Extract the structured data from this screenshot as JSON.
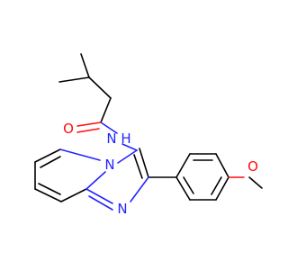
{
  "molecule": {
    "atoms": {
      "oxygen_carbonyl": {
        "symbol": "O",
        "color": "#ff0d0d"
      },
      "nitrogen_amide": {
        "symbol": "N",
        "color": "#2525ff"
      },
      "hydrogen_amide": {
        "symbol": "H",
        "color": "#2525ff"
      },
      "nitrogen_bridgehead": {
        "symbol": "N",
        "color": "#2525ff"
      },
      "nitrogen_imidazole": {
        "symbol": "N",
        "color": "#2525ff"
      },
      "oxygen_methoxy": {
        "symbol": "O",
        "color": "#ff0d0d"
      }
    }
  }
}
